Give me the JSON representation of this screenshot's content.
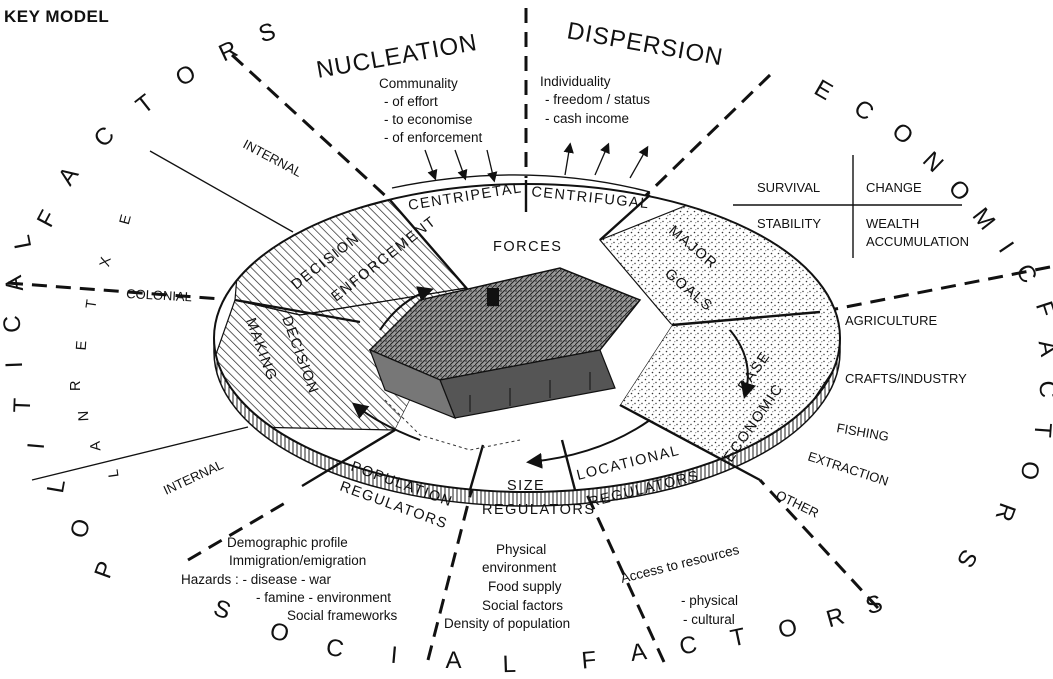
{
  "title": "KEY MODEL",
  "outer": {
    "nucleation": "NUCLEATION",
    "dispersion": "DISPERSION",
    "political": [
      "P",
      "O",
      "L",
      "I",
      "T",
      "I",
      "C",
      "A",
      "L"
    ],
    "factors_left": [
      "F",
      "A",
      "C",
      "T",
      "O",
      "R",
      "S"
    ],
    "economic": [
      "E",
      "C",
      "O",
      "N",
      "O",
      "M",
      "I",
      "C"
    ],
    "factors_right": [
      "F",
      "A",
      "C",
      "T",
      "O",
      "R",
      "S"
    ],
    "social": [
      "S",
      "O",
      "C",
      "I",
      "A",
      "L"
    ],
    "factors_bottom": [
      "F",
      "A",
      "C",
      "T",
      "O",
      "R",
      "S"
    ]
  },
  "external": [
    "E",
    "X",
    "T",
    "E",
    "R",
    "N",
    "A",
    "L"
  ],
  "labels": {
    "internal_top": "INTERNAL",
    "internal_bottom": "INTERNAL",
    "colonial": "COLONIAL",
    "agriculture": "AGRICULTURE",
    "crafts": "CRAFTS/INDUSTRY",
    "fishing": "FISHING",
    "extraction": "EXTRACTION",
    "other": "OTHER"
  },
  "nucleation_text": [
    "Communality",
    "- of effort",
    "- to economise",
    "- of enforcement"
  ],
  "dispersion_text": [
    "Individuality",
    "- freedom / status",
    "- cash income"
  ],
  "goals_grid": {
    "survival": "SURVIVAL",
    "change": "CHANGE",
    "stability": "STABILITY",
    "wealth": "WEALTH",
    "accumulation": "ACCUMULATION"
  },
  "disc": {
    "centripetal": "CENTRIPETAL",
    "centrifugal": "CENTRIFUGAL",
    "forces": "FORCES",
    "decision_enforcement": [
      "DECISION",
      "ENFORCEMENT"
    ],
    "decision_making": [
      "DECISION",
      "MAKING"
    ],
    "major_goals": [
      "MAJOR",
      "GOALS"
    ],
    "economic_base": [
      "ECONOMIC",
      "BASE"
    ],
    "population_regulators": [
      "POPULATION",
      "REGULATORS"
    ],
    "size_regulators": [
      "SIZE",
      "REGULATORS"
    ],
    "locational_regulators": [
      "LOCATIONAL",
      "REGULATORS"
    ]
  },
  "population_text": [
    "Demographic profile",
    "Immigration/emigration",
    "Hazards : - disease  - war",
    "- famine  - environment",
    "Social frameworks"
  ],
  "size_text": [
    "Physical",
    "environment",
    "Food supply",
    "Social factors",
    "Density of population"
  ],
  "access_text": [
    "Access to resources",
    "- physical",
    "- cultural"
  ]
}
